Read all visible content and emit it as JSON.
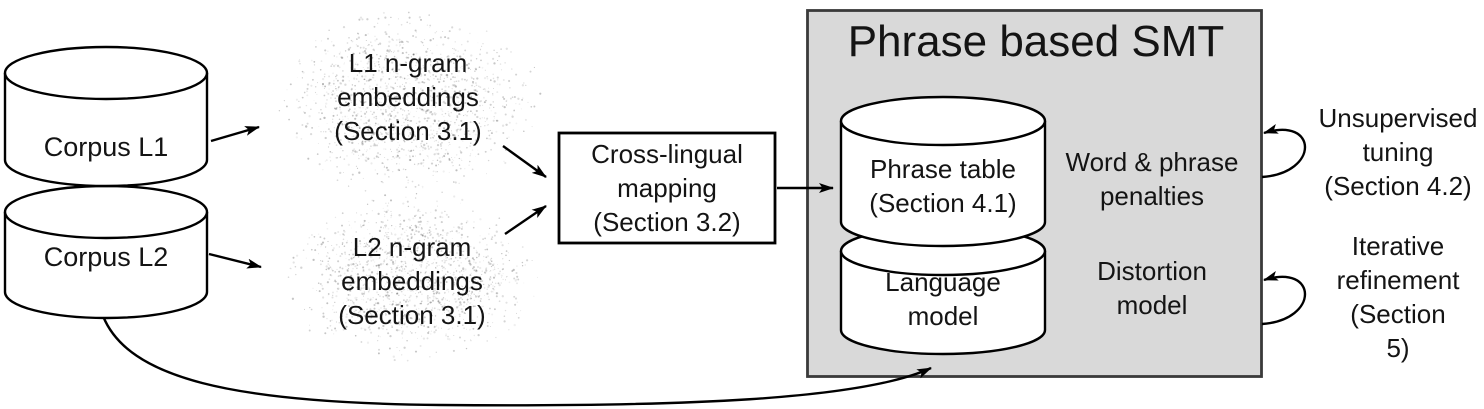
{
  "labels": {
    "corpus_l1": "Corpus L1",
    "corpus_l2": "Corpus L2",
    "l1_embeddings": "L1 n-gram\nembeddings\n(Section 3.1)",
    "l2_embeddings": "L2 n-gram\nembeddings\n(Section 3.1)",
    "cross_lingual_mapping": "Cross-lingual\nmapping\n(Section 3.2)",
    "smt_title": "Phrase based SMT",
    "phrase_table": "Phrase table\n(Section 4.1)",
    "language_model": "Language\nmodel",
    "word_phrase_penalties": "Word & phrase\npenalties",
    "distortion_model": "Distortion\nmodel",
    "unsupervised_tuning": "Unsupervised\ntuning\n(Section 4.2)",
    "iterative_refinement": "Iterative\nrefinement\n(Section 5)"
  },
  "colors": {
    "background": "#ffffff",
    "smt_box_fill": "#d9d9d9",
    "smt_box_border": "#3a3a3a",
    "shape_fill": "#ffffff",
    "line": "#000000"
  }
}
